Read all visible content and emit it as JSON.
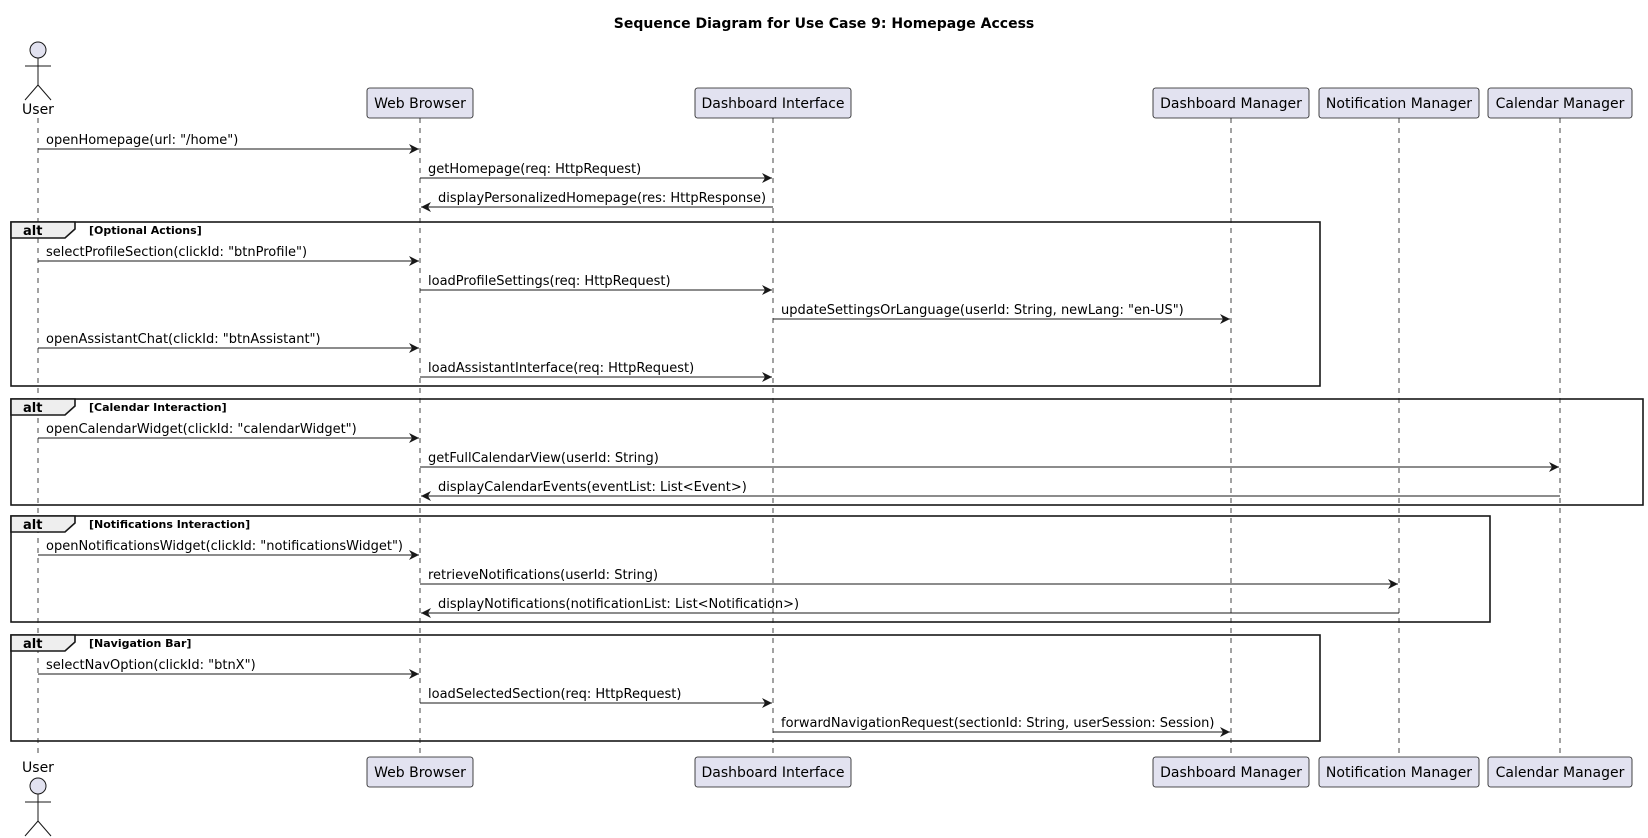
{
  "title": "Sequence Diagram for Use Case 9: Homepage Access",
  "participants": [
    {
      "id": "user",
      "label": "User",
      "kind": "actor"
    },
    {
      "id": "browser",
      "label": "Web Browser",
      "kind": "box"
    },
    {
      "id": "dash_if",
      "label": "Dashboard Interface",
      "kind": "box"
    },
    {
      "id": "dash_mgr",
      "label": "Dashboard Manager",
      "kind": "box"
    },
    {
      "id": "notif_mgr",
      "label": "Notification Manager",
      "kind": "box"
    },
    {
      "id": "cal_mgr",
      "label": "Calendar Manager",
      "kind": "box"
    }
  ],
  "messages": [
    {
      "from": "user",
      "to": "browser",
      "label": "openHomepage(url: \"/home\")"
    },
    {
      "from": "browser",
      "to": "dash_if",
      "label": "getHomepage(req: HttpRequest)"
    },
    {
      "from": "dash_if",
      "to": "browser",
      "label": "displayPersonalizedHomepage(res: HttpResponse)"
    },
    {
      "from": "user",
      "to": "browser",
      "label": "selectProfileSection(clickId: \"btnProfile\")"
    },
    {
      "from": "browser",
      "to": "dash_if",
      "label": "loadProfileSettings(req: HttpRequest)"
    },
    {
      "from": "dash_if",
      "to": "dash_mgr",
      "label": "updateSettingsOrLanguage(userId: String, newLang: \"en-US\")"
    },
    {
      "from": "user",
      "to": "browser",
      "label": "openAssistantChat(clickId: \"btnAssistant\")"
    },
    {
      "from": "browser",
      "to": "dash_if",
      "label": "loadAssistantInterface(req: HttpRequest)"
    },
    {
      "from": "user",
      "to": "browser",
      "label": "openCalendarWidget(clickId: \"calendarWidget\")"
    },
    {
      "from": "browser",
      "to": "cal_mgr",
      "label": "getFullCalendarView(userId: String)"
    },
    {
      "from": "cal_mgr",
      "to": "browser",
      "label": "displayCalendarEvents(eventList: List<Event>)"
    },
    {
      "from": "user",
      "to": "browser",
      "label": "openNotificationsWidget(clickId: \"notificationsWidget\")"
    },
    {
      "from": "browser",
      "to": "notif_mgr",
      "label": "retrieveNotifications(userId: String)"
    },
    {
      "from": "notif_mgr",
      "to": "browser",
      "label": "displayNotifications(notificationList: List<Notification>)"
    },
    {
      "from": "user",
      "to": "browser",
      "label": "selectNavOption(clickId: \"btnX\")"
    },
    {
      "from": "browser",
      "to": "dash_if",
      "label": "loadSelectedSection(req: HttpRequest)"
    },
    {
      "from": "dash_if",
      "to": "dash_mgr",
      "label": "forwardNavigationRequest(sectionId: String, userSession: Session)"
    }
  ],
  "fragments": [
    {
      "operator": "alt",
      "guard": "[Optional Actions]",
      "first_message": 3,
      "last_message": 7,
      "right_edge": "dash_mgr"
    },
    {
      "operator": "alt",
      "guard": "[Calendar Interaction]",
      "first_message": 8,
      "last_message": 10,
      "right_edge": "cal_mgr"
    },
    {
      "operator": "alt",
      "guard": "[Notifications Interaction]",
      "first_message": 11,
      "last_message": 13,
      "right_edge": "notif_mgr"
    },
    {
      "operator": "alt",
      "guard": "[Navigation Bar]",
      "first_message": 14,
      "last_message": 16,
      "right_edge": "dash_mgr"
    }
  ],
  "colors": {
    "participant_fill": "#E2E2F0",
    "participant_stroke": "#181818",
    "line": "#181818",
    "fragment_tab_fill": "#EEEEEE"
  }
}
